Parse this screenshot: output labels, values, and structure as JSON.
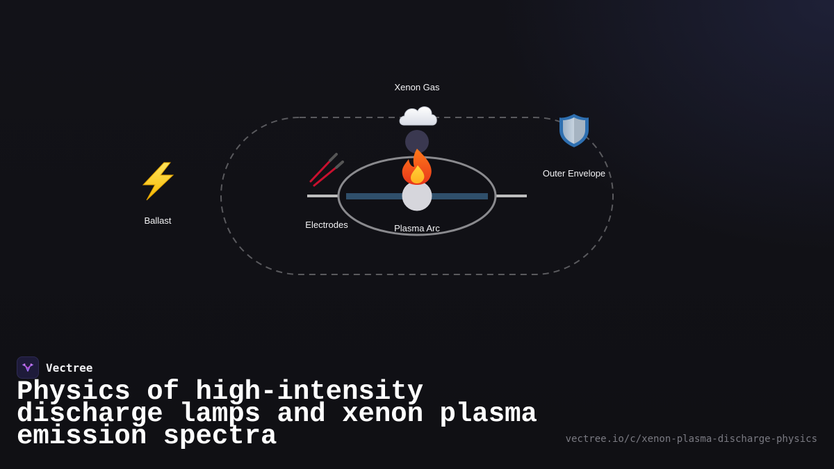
{
  "diagram": {
    "nodes": {
      "ballast": {
        "label": "Ballast",
        "icon": "lightning-bolt"
      },
      "electrodes": {
        "label": "Electrodes",
        "icon": "electrode-rods"
      },
      "plasma_arc": {
        "label": "Plasma Arc",
        "icon": "flame"
      },
      "xenon_gas": {
        "label": "Xenon Gas",
        "icon": "cloud"
      },
      "outer_envelope": {
        "label": "Outer Envelope",
        "icon": "shield"
      }
    },
    "colors": {
      "background": "#111116",
      "dashed_boundary": "#5a5a5e",
      "arc_tube": "#8a8a8e",
      "arc_channel": "#2f4f6b",
      "electrode_rod": "#bdbdbd",
      "plasma_core": "#d6d6dc",
      "gas_particle": "#3a3850"
    }
  },
  "brand": {
    "name": "Vectree",
    "icon": "vectree-logo"
  },
  "title": "Physics of high-intensity discharge lamps and xenon plasma emission spectra",
  "url": "vectree.io/c/xenon-plasma-discharge-physics"
}
